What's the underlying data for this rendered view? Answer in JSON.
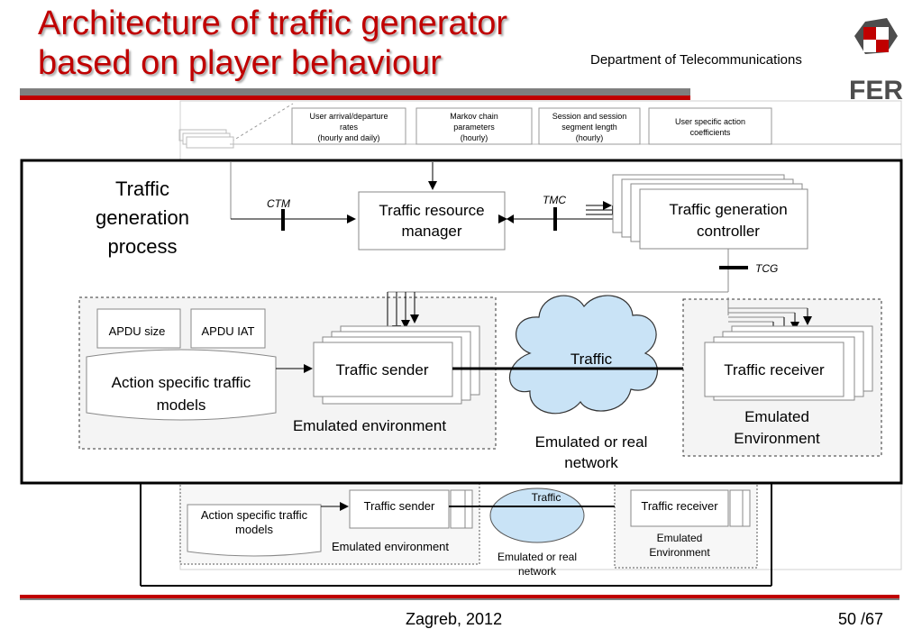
{
  "slide": {
    "title_line1": "Architecture of traffic generator",
    "title_line2": "based on player behaviour",
    "department": "Department of Telecommunications",
    "logo_text": "FER",
    "footer_date": "Zagreb, 2012",
    "page_number": "50 /67"
  },
  "diagram": {
    "inputs": {
      "arrival": [
        "User arrival/departure",
        "rates",
        "(hourly and daily)"
      ],
      "markov": [
        "Markov chain",
        "parameters",
        "(hourly)"
      ],
      "session": [
        "Session and session",
        "segment length",
        "(hourly)"
      ],
      "action": [
        "User specific action",
        "coefficients"
      ]
    },
    "process_label": [
      "Traffic",
      "generation",
      "process"
    ],
    "ctm": "CTM",
    "tmc": "TMC",
    "tcg": "TCG",
    "resource_manager": [
      "Traffic resource",
      "manager"
    ],
    "controller": [
      "Traffic generation",
      "controller"
    ],
    "apdu_size": "APDU size",
    "apdu_iat": "APDU IAT",
    "models": [
      "Action specific traffic",
      "models"
    ],
    "sender": "Traffic sender",
    "emulated_env_left": "Emulated environment",
    "cloud": "Traffic",
    "network": [
      "Emulated or real",
      "network"
    ],
    "receiver": "Traffic receiver",
    "emulated_env_right": [
      "Emulated",
      "Environment"
    ]
  },
  "colors": {
    "title": "#c00000",
    "rule_red": "#c00000",
    "rule_gray": "#7f7f7f",
    "cloud_fill": "#c9e3f6"
  }
}
